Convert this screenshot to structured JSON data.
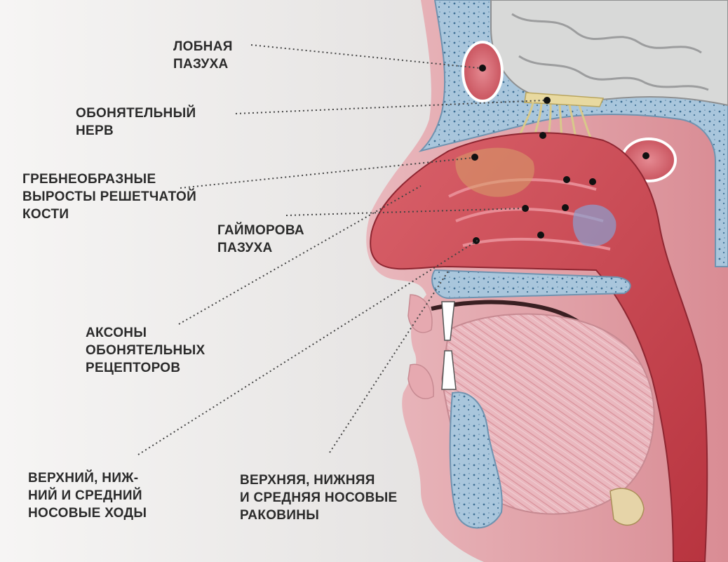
{
  "labels": {
    "frontal_sinus": [
      "ЛОБНАЯ",
      "ПАЗУХА"
    ],
    "olfactory_nerve": [
      "ОБОНЯТЕЛЬНЫЙ",
      "НЕРВ"
    ],
    "ethmoid_crests": [
      "ГРЕБНЕОБРАЗНЫЕ",
      "ВЫРОСТЫ РЕШЕТЧАТОЙ",
      "КОСТИ"
    ],
    "maxillary_sinus": [
      "ГАЙМОРОВА",
      "ПАЗУХА"
    ],
    "receptor_axons": [
      "АКСОНЫ",
      "ОБОНЯТЕЛЬНЫХ",
      "РЕЦЕПТОРОВ"
    ],
    "nasal_passages": [
      "ВЕРХНИЙ, НИЖ-",
      "НИЙ И СРЕДНИЙ",
      "НОСОВЫЕ ХОДЫ"
    ],
    "nasal_conchae": [
      "ВЕРХНЯЯ, НИЖНЯЯ",
      "И СРЕДНЯЯ НОСОВЫЕ",
      "РАКОВИНЫ"
    ]
  },
  "colors": {
    "background": "#e9e7e6",
    "tissue_red": "#c9454f",
    "bone_blue": "#a9c6dc",
    "brain_gray": "#d8d9d8",
    "label_text": "#2b2b2b"
  }
}
